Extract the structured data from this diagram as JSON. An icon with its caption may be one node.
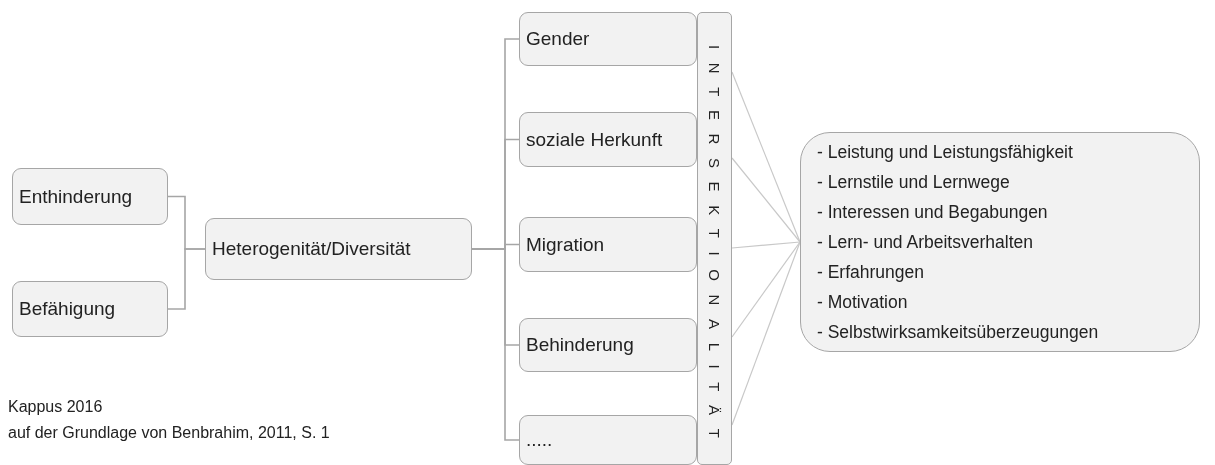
{
  "diagram": {
    "nodes": [
      {
        "text": [
          "Enthinderung"
        ]
      },
      {
        "text": [
          "Befähigung"
        ]
      },
      {
        "text": [
          "Heterogenität/Diversität"
        ]
      },
      {
        "text": [
          "Gender"
        ]
      },
      {
        "text": [
          "soziale Herkunft"
        ]
      },
      {
        "text": [
          "Migration"
        ]
      },
      {
        "text": [
          "Behinderung"
        ]
      },
      {
        "text": [
          "....."
        ]
      },
      {
        "text": [
          "INTERSEKTIONALITÄT"
        ]
      },
      {
        "text": [
          "- Leistung und Leistungsfähigkeit",
          "- Lernstile und Lernwege",
          "- Interessen und Begabungen",
          "- Lern- und Arbeitsverhalten",
          "- Erfahrungen",
          "- Motivation",
          "- Selbstwirksamkeitsüberzeugungen"
        ]
      }
    ],
    "edges": [
      {
        "from": 0,
        "to": 2,
        "arrow": "none"
      },
      {
        "from": 1,
        "to": 2,
        "arrow": "none"
      },
      {
        "from": 2,
        "to": 3,
        "arrow": "none"
      },
      {
        "from": 2,
        "to": 4,
        "arrow": "none"
      },
      {
        "from": 2,
        "to": 5,
        "arrow": "none"
      },
      {
        "from": 2,
        "to": 6,
        "arrow": "none"
      },
      {
        "from": 2,
        "to": 7,
        "arrow": "none"
      },
      {
        "from": 8,
        "to": 9,
        "arrow": "none"
      },
      {
        "from": 8,
        "to": 9,
        "arrow": "none"
      },
      {
        "from": 8,
        "to": 9,
        "arrow": "none"
      },
      {
        "from": 8,
        "to": 9,
        "arrow": "none"
      },
      {
        "from": 8,
        "to": 9,
        "arrow": "none"
      }
    ],
    "labels": [
      "Kappus 2016",
      "auf der Grundlage von Benbrahim, 2011,  S. 1"
    ]
  }
}
